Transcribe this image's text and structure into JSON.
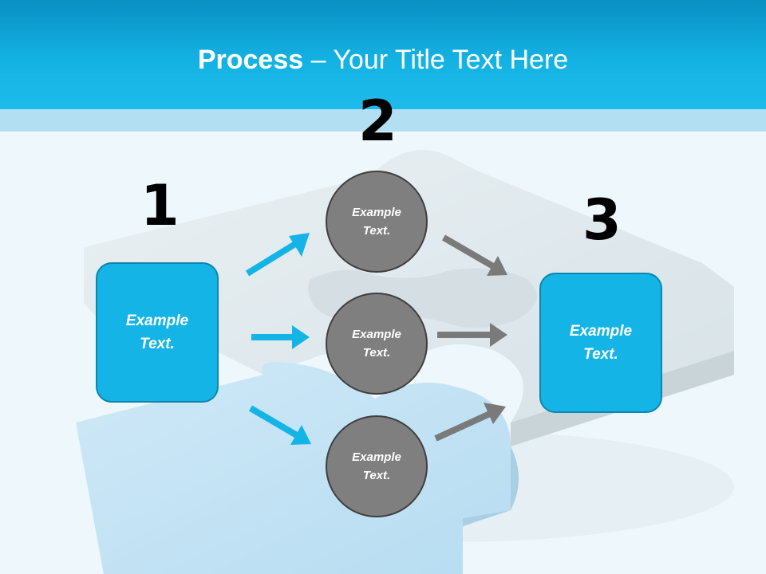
{
  "title": {
    "bold": "Process",
    "rest": " – Your Title Text Here"
  },
  "steps": {
    "one": {
      "number": "1",
      "label": "Example Text."
    },
    "two": {
      "number": "2",
      "circles": [
        {
          "label": "Example Text."
        },
        {
          "label": "Example Text."
        },
        {
          "label": "Example Text."
        }
      ]
    },
    "three": {
      "number": "3",
      "label": "Example Text."
    }
  },
  "colors": {
    "accent": "#14b4e6",
    "circle": "#7f7f7f",
    "arrow_blue": "#14b4e6",
    "arrow_gray": "#7a7a7a"
  }
}
